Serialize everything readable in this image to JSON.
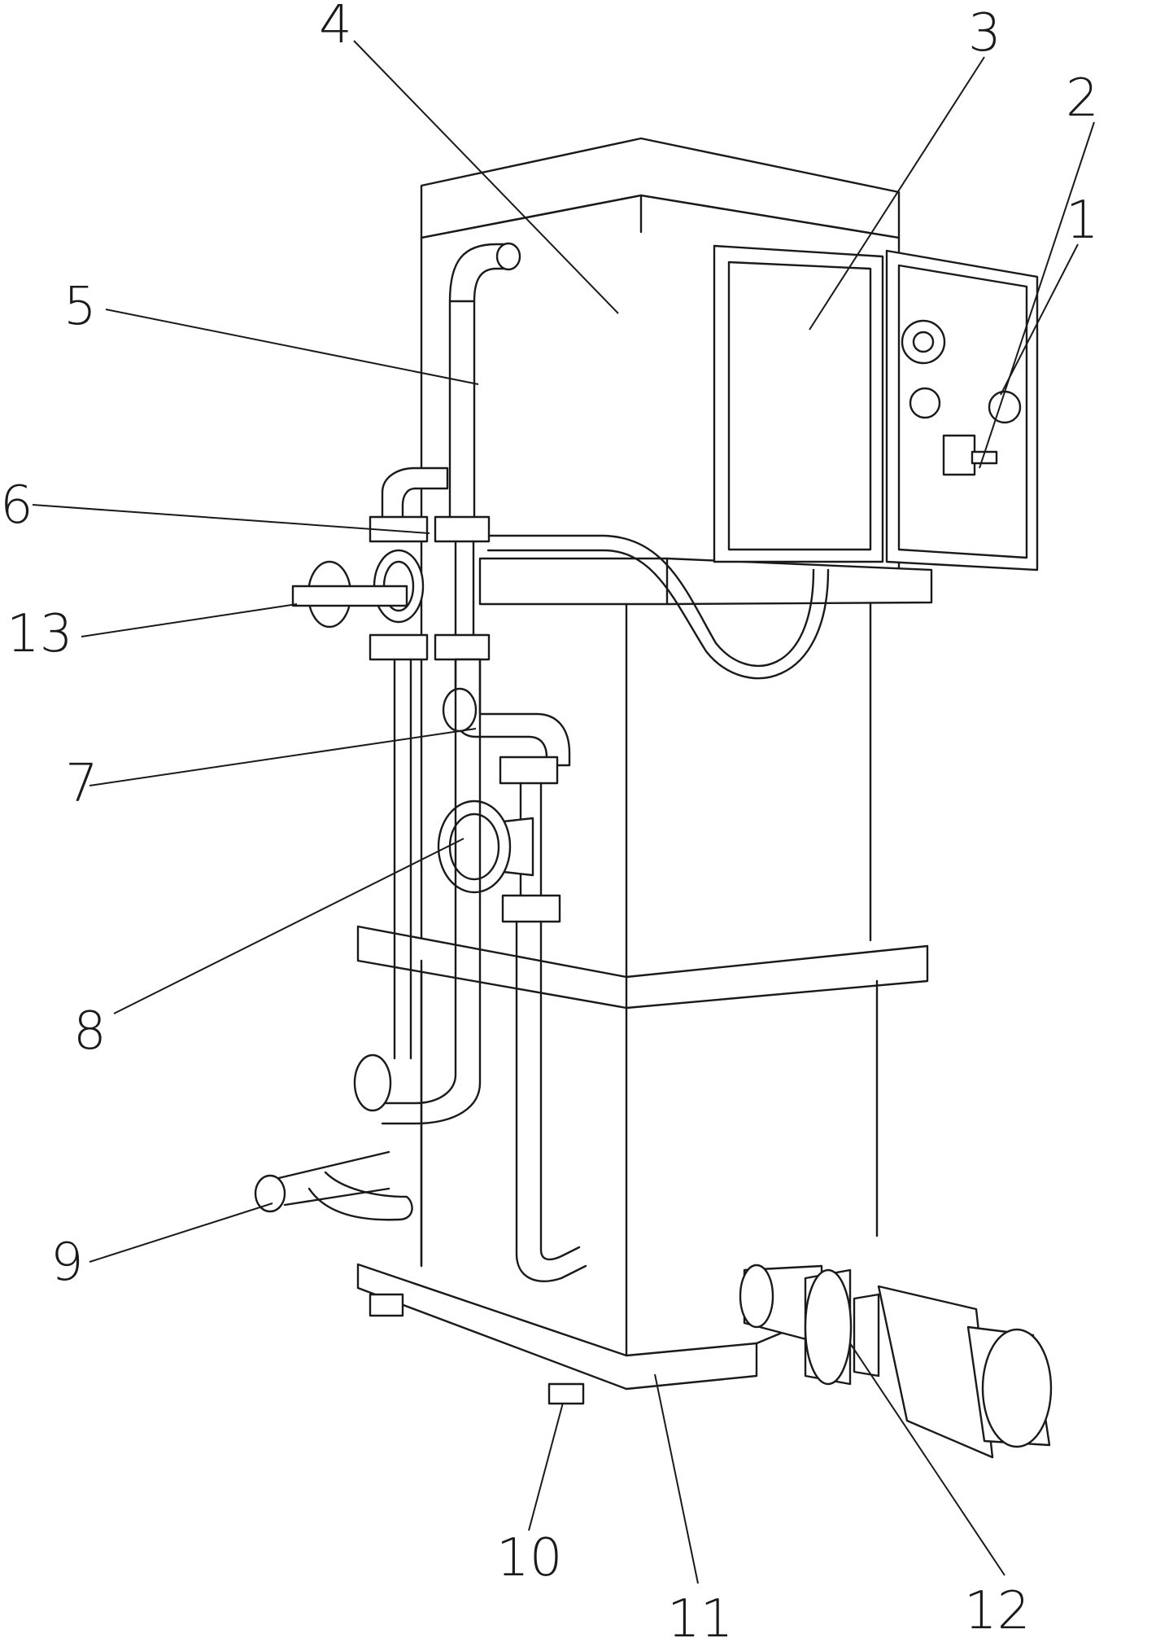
{
  "figure": {
    "labels": [
      "1",
      "2",
      "3",
      "4",
      "5",
      "6",
      "7",
      "8",
      "9",
      "10",
      "11",
      "12",
      "13"
    ],
    "colors": {
      "line": "#1a1a1a",
      "background": "#ffffff"
    }
  }
}
